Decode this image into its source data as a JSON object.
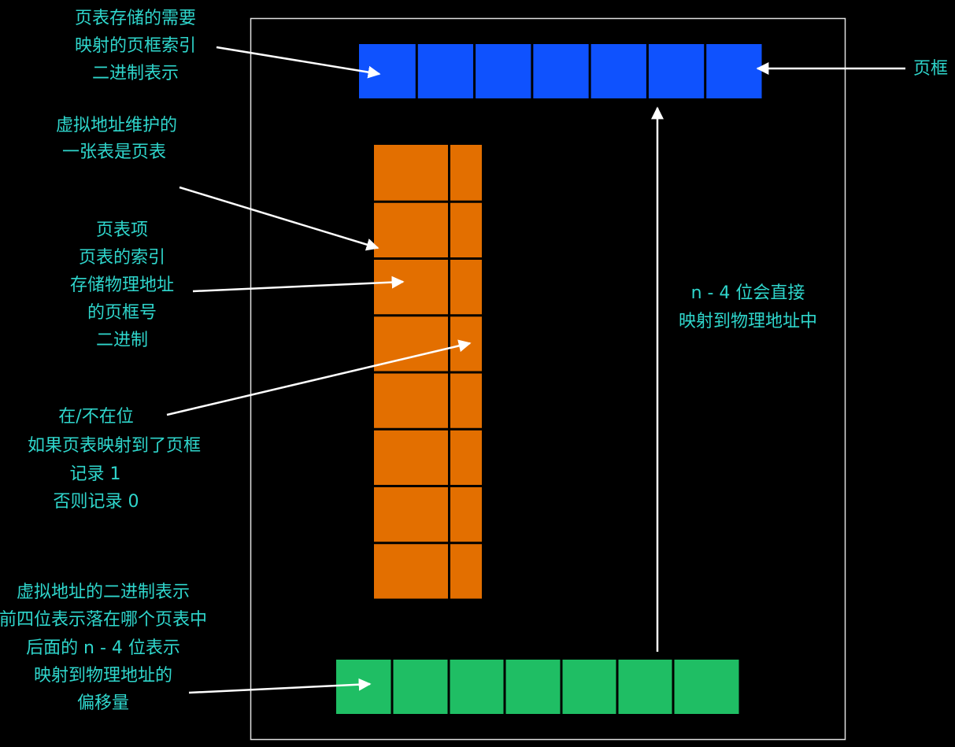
{
  "colors": {
    "background": "#000000",
    "text": "#2fd6cc",
    "page_frame": "#0f52fe",
    "page_table": "#e36f00",
    "virtual_address": "#1fbe64",
    "arrows": "#ffffff"
  },
  "labels": {
    "frame_index": [
      "页表存储的需要",
      "映射的页框索引",
      "二进制表示"
    ],
    "page_table_desc": [
      "虚拟地址维护的",
      "一张表是页表"
    ],
    "page_table_entry": [
      "页表项",
      "页表的索引",
      "存储物理地址",
      "的页框号",
      "二进制"
    ],
    "present_bit": [
      "在/不在位",
      "如果页表映射到了页框",
      "记录 1",
      "否则记录 0"
    ],
    "virtual_address": [
      "虚拟地址的二进制表示",
      "前四位表示落在哪个页表中",
      "后面的 n - 4 位表示",
      "映射到物理地址的",
      "偏移量"
    ],
    "offset_mapping": [
      "n - 4 位会直接",
      "映射到物理地址中"
    ],
    "page_frame": "页框"
  },
  "structure": {
    "page_frame_cells": 7,
    "page_table_rows": 8,
    "page_table_columns": 2,
    "virtual_address_cells": 7
  }
}
